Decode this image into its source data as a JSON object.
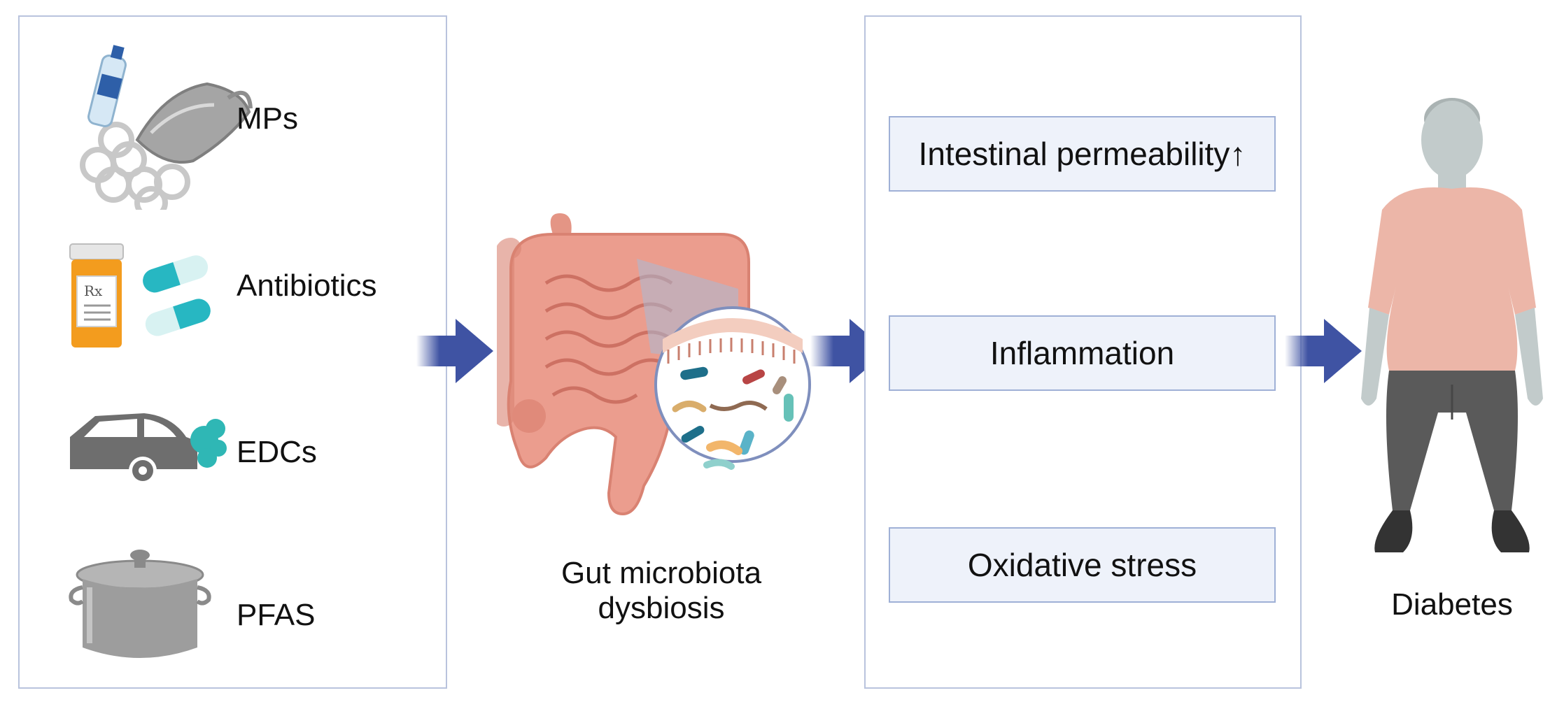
{
  "exposures": [
    {
      "label": "MPs",
      "icon": "plastic-waste-icon"
    },
    {
      "label": "Antibiotics",
      "icon": "antibiotic-pills-icon"
    },
    {
      "label": "EDCs",
      "icon": "car-exhaust-icon"
    },
    {
      "label": "PFAS",
      "icon": "cooking-pot-icon"
    }
  ],
  "gut": {
    "label_line1": "Gut microbiota",
    "label_line2": "dysbiosis",
    "icon": "intestine-microbiota-icon"
  },
  "mechanisms": [
    {
      "label": "Intestinal permeability↑"
    },
    {
      "label": "Inflammation"
    },
    {
      "label": "Oxidative stress"
    }
  ],
  "outcome": {
    "label": "Diabetes",
    "icon": "person-obese-icon"
  },
  "colors": {
    "panel_border": "#b9c3dd",
    "arrow": "#3f53a3",
    "box_fill": "#eef2fa",
    "box_border": "#9fb0d6"
  }
}
